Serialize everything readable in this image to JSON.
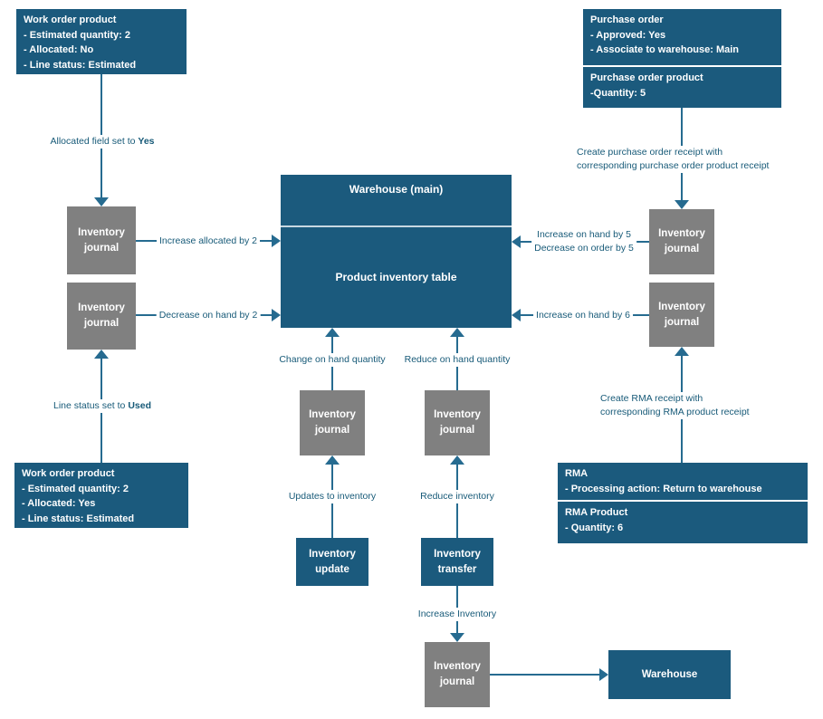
{
  "nodes": {
    "work_order_product_initial": {
      "title": "Work order product",
      "lines": [
        "- Estimated quantity: 2",
        "- Allocated: No",
        "- Line status: Estimated"
      ]
    },
    "purchase_order": {
      "title": "Purchase order",
      "lines": [
        "- Approved: Yes",
        "- Associate to warehouse: Main"
      ]
    },
    "purchase_order_product": {
      "title": "Purchase order product",
      "lines": [
        "-Quantity: 5"
      ]
    },
    "warehouse_main": {
      "title": "Warehouse (main)",
      "body": "Product inventory table"
    },
    "work_order_product_updated": {
      "title": "Work order product",
      "lines": [
        "- Estimated quantity: 2",
        "- Allocated: Yes",
        "- Line status: Estimated"
      ]
    },
    "rma": {
      "title": "RMA",
      "lines": [
        "- Processing action: Return to warehouse"
      ]
    },
    "rma_product": {
      "title": "RMA Product",
      "lines": [
        "- Quantity: 6"
      ]
    },
    "inventory_journal": {
      "label": "Inventory journal"
    },
    "inventory_update": {
      "label": "Inventory update"
    },
    "inventory_transfer": {
      "label": "Inventory transfer"
    },
    "warehouse": {
      "label": "Warehouse"
    }
  },
  "edges": {
    "allocated_set": {
      "text": "Allocated field set to ",
      "bold": "Yes"
    },
    "line_status_set": {
      "text": "Line status set to ",
      "bold": "Used"
    },
    "increase_allocated": {
      "label": "Increase allocated by 2"
    },
    "decrease_on_hand": {
      "label": "Decrease on hand by 2"
    },
    "purchase_receipt": {
      "line1": "Create purchase order receipt with",
      "line2": "corresponding purchase order product receipt"
    },
    "po_journal_effect": {
      "line1": "Increase on hand by 5",
      "line2": "Decrease on order by 5"
    },
    "rma_journal_effect": {
      "label": "Increase on hand by 6"
    },
    "rma_receipt": {
      "line1": "Create RMA receipt with",
      "line2": "corresponding RMA product receipt"
    },
    "change_on_hand": {
      "label": "Change on hand quantity"
    },
    "reduce_on_hand": {
      "label": "Reduce on hand quantity"
    },
    "updates_to_inventory": {
      "label": "Updates to inventory"
    },
    "reduce_inventory": {
      "label": "Reduce inventory"
    },
    "increase_inventory": {
      "label": "Increase Inventory"
    }
  },
  "colors": {
    "node_fill": "#1b5a7d",
    "journal_fill": "#808080",
    "connector": "#266b90",
    "label_text": "#175a78",
    "divider": "#c7d8e2"
  }
}
